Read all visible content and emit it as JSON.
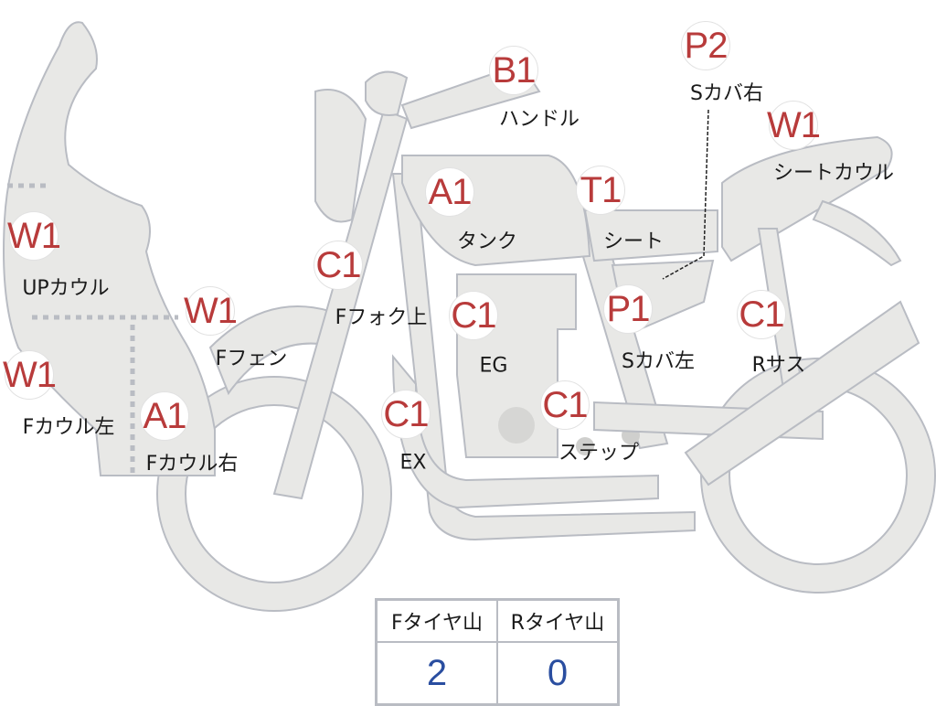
{
  "colors": {
    "code": "#b83b3b",
    "value": "#2a4ea0",
    "body": "#e8e8e6",
    "outline": "#b9bcc3"
  },
  "markers": [
    {
      "code": "B1",
      "part": "ハンドル"
    },
    {
      "code": "P2",
      "part": "Sカバ右"
    },
    {
      "code": "W1",
      "part": "シートカウル"
    },
    {
      "code": "A1",
      "part": "タンク"
    },
    {
      "code": "T1",
      "part": "シート"
    },
    {
      "code": "C1",
      "part": "Fフォク上"
    },
    {
      "code": "W1",
      "part": "UPカウル"
    },
    {
      "code": "W1",
      "part": "Fフェン"
    },
    {
      "code": "C1",
      "part": "EG"
    },
    {
      "code": "P1",
      "part": "Sカバ左"
    },
    {
      "code": "C1",
      "part": "Rサス"
    },
    {
      "code": "W1",
      "part": "Fカウル左"
    },
    {
      "code": "A1",
      "part": "Fカウル右"
    },
    {
      "code": "C1",
      "part": "EX"
    },
    {
      "code": "C1",
      "part": "ステップ"
    }
  ],
  "tire_table": {
    "headers": [
      "Fタイヤ山",
      "Rタイヤ山"
    ],
    "values": [
      "2",
      "0"
    ]
  }
}
